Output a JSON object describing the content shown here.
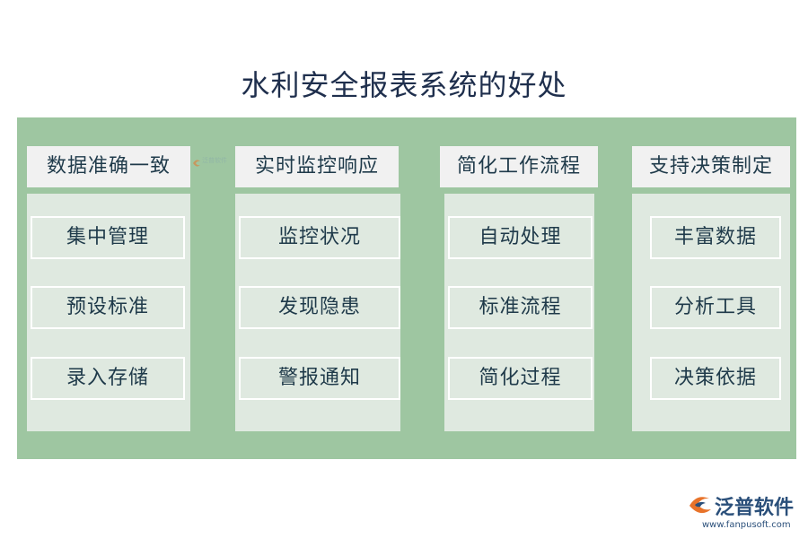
{
  "title": "水利安全报表系统的好处",
  "columns": [
    {
      "header": "数据准确一致",
      "items": [
        "集中管理",
        "预设标准",
        "录入存储"
      ]
    },
    {
      "header": "实时监控响应",
      "items": [
        "监控状况",
        "发现隐患",
        "警报通知"
      ]
    },
    {
      "header": "简化工作流程",
      "items": [
        "自动处理",
        "标准流程",
        "简化过程"
      ]
    },
    {
      "header": "支持决策制定",
      "items": [
        "丰富数据",
        "分析工具",
        "决策依据"
      ]
    }
  ],
  "watermark_text": "泛普软件",
  "logo": {
    "name": "泛普软件",
    "url": "www.fanpusoft.com"
  },
  "colors": {
    "panel": "#9ec6a1",
    "column_body": "#dfe9e0",
    "header_bg": "#f1f1f1",
    "text": "#1f3a4a",
    "logo_blue": "#2a4f7a",
    "logo_orange": "#e8732a"
  }
}
